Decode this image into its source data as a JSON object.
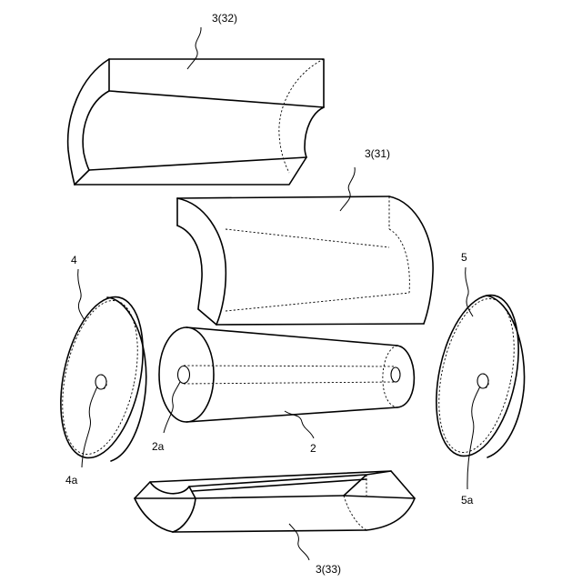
{
  "labels": {
    "part_32": "3(32)",
    "part_31": "3(31)",
    "part_33": "3(33)",
    "disc_4": "4",
    "hole_4a": "4a",
    "cone_2": "2",
    "bore_2a": "2a",
    "disc_5": "5",
    "hole_5a": "5a"
  }
}
